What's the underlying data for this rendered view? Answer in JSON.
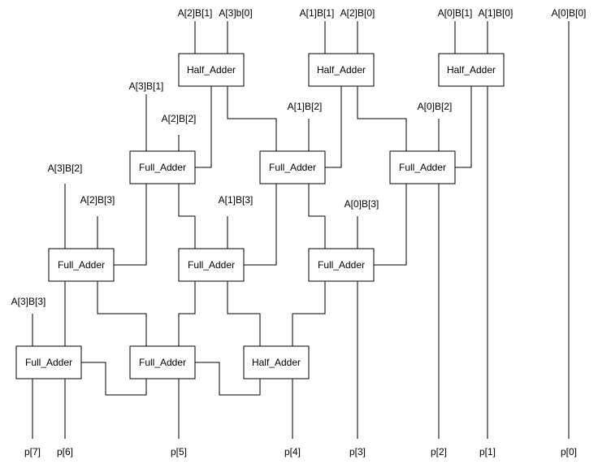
{
  "cells": [
    {
      "id": "ha1",
      "label": "Half_Adder"
    },
    {
      "id": "ha2",
      "label": "Half_Adder"
    },
    {
      "id": "ha3",
      "label": "Half_Adder"
    },
    {
      "id": "fa1",
      "label": "Full_Adder"
    },
    {
      "id": "fa2",
      "label": "Full_Adder"
    },
    {
      "id": "fa3",
      "label": "Full_Adder"
    },
    {
      "id": "fa4",
      "label": "Full_Adder"
    },
    {
      "id": "fa5",
      "label": "Full_Adder"
    },
    {
      "id": "fa6",
      "label": "Full_Adder"
    },
    {
      "id": "fa7",
      "label": "Full_Adder"
    },
    {
      "id": "fa8",
      "label": "Full_Adder"
    },
    {
      "id": "ha4",
      "label": "Half_Adder"
    }
  ],
  "inputs": [
    "A[2]B[1]",
    "A[3]b[0]",
    "A[1]B[1]",
    "A[2]B[0]",
    "A[0]B[1]",
    "A[1]B[0]",
    "A[0]B[0]",
    "A[3]B[1]",
    "A[2]B[2]",
    "A[1]B[2]",
    "A[0]B[2]",
    "A[3]B[2]",
    "A[2]B[3]",
    "A[1]B[3]",
    "A[0]B[3]",
    "A[3]B[3]"
  ],
  "outputs": [
    "p[7]",
    "p[6]",
    "p[5]",
    "p[4]",
    "p[3]",
    "p[2]",
    "p[1]",
    "p[0]"
  ]
}
